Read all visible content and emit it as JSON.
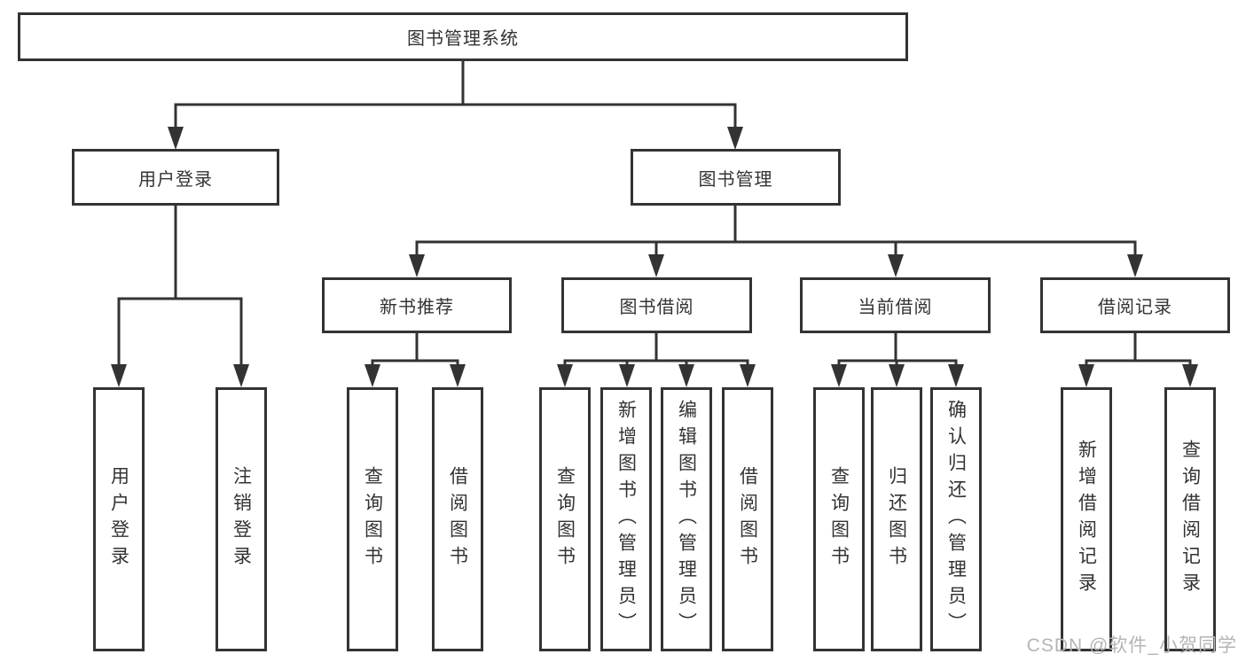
{
  "diagram": {
    "title": "图书管理系统",
    "root": {
      "label": "图书管理系统"
    },
    "level2": {
      "user_login": {
        "label": "用户登录"
      },
      "book_management": {
        "label": "图书管理"
      }
    },
    "level3": {
      "new_book_recommend": {
        "label": "新书推荐"
      },
      "book_borrowing": {
        "label": "图书借阅"
      },
      "current_borrowing": {
        "label": "当前借阅"
      },
      "borrowing_records": {
        "label": "借阅记录"
      }
    },
    "leaves": {
      "user_login": [
        "用户登录",
        "注销登录"
      ],
      "new_book_recommend": [
        "查询图书",
        "借阅图书"
      ],
      "book_borrowing": [
        "查询图书",
        "新增图书（管理员）",
        "编辑图书（管理员）",
        "借阅图书"
      ],
      "current_borrowing": [
        "查询图书",
        "归还图书",
        "确认归还（管理员）"
      ],
      "borrowing_records": [
        "新增借阅记录",
        "查询借阅记录"
      ]
    }
  },
  "watermark": {
    "text": "CSDN @软件_小贺同学"
  },
  "colors": {
    "line": "#333333",
    "box_border": "#333333",
    "text": "#333333",
    "watermark": "#b5b5b7",
    "background": "#ffffff"
  }
}
